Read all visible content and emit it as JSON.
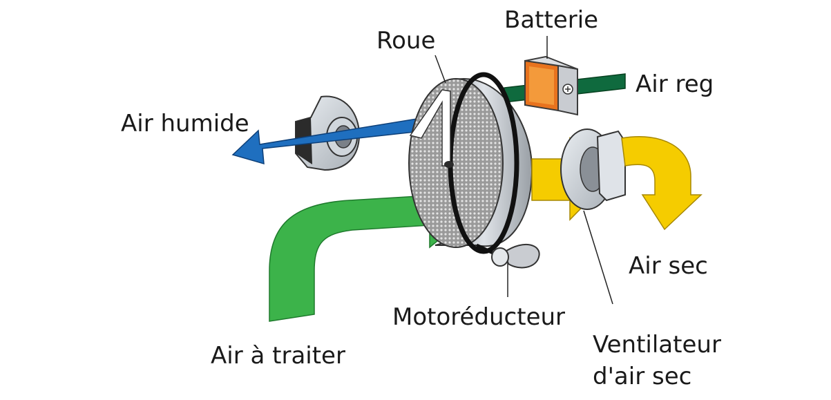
{
  "labels": {
    "battery": "Batterie",
    "wheel": "Roue",
    "regen_air": "Air reg",
    "humid_air": "Air humide",
    "dry_air": "Air sec",
    "process_air": "Air à traiter",
    "gear_motor": "Motoréducteur",
    "dry_fan_line1": "Ventilateur",
    "dry_fan_line2": "d'air sec"
  },
  "colors": {
    "process_air": "#3cb34a",
    "humid_air": "#1f6fbf",
    "dry_air": "#f5cc00",
    "regen_air": "#0f6a3e",
    "heater": "#e8731e"
  }
}
